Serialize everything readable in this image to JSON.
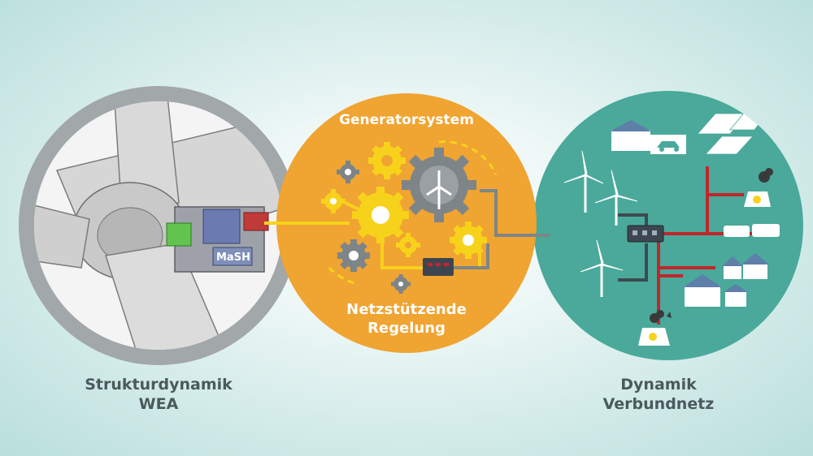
{
  "left_circle": {
    "label_line1": "Strukturdynamik",
    "label_line2": "WEA",
    "logo_text": "MaSH"
  },
  "center_circle": {
    "title": "Generatorsystem",
    "subtitle_line1": "Netzstützende",
    "subtitle_line2": "Regelung"
  },
  "right_circle": {
    "label_line1": "Dynamik",
    "label_line2": "Verbundnetz"
  },
  "colors": {
    "orange": "#f0a431",
    "yellow": "#f7d21b",
    "teal": "#4aa99a",
    "gray": "#7d8588",
    "red": "#c0272d"
  }
}
